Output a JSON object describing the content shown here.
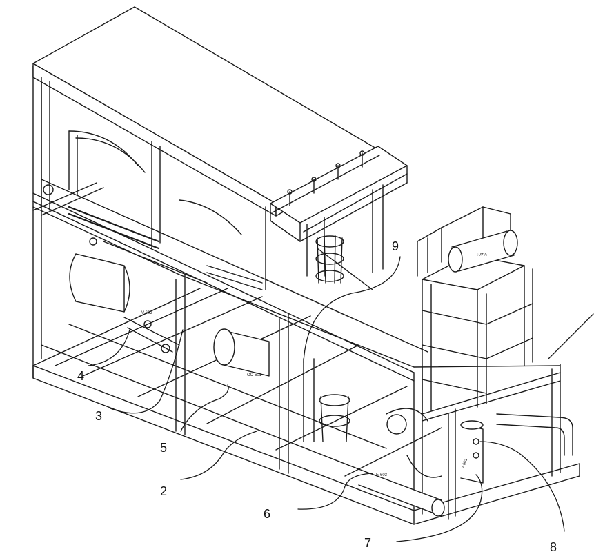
{
  "diagram": {
    "callouts": [
      {
        "id": "4",
        "label": "4"
      },
      {
        "id": "3",
        "label": "3"
      },
      {
        "id": "5",
        "label": "5"
      },
      {
        "id": "2",
        "label": "2"
      },
      {
        "id": "6",
        "label": "6"
      },
      {
        "id": "7",
        "label": "7"
      },
      {
        "id": "8",
        "label": "8"
      },
      {
        "id": "9",
        "label": "9"
      }
    ],
    "equipment_tags": {
      "v602": "V-602",
      "oc601": "OC-601",
      "e603": "E-603",
      "v601": "V-601",
      "v401": "V-401"
    }
  }
}
